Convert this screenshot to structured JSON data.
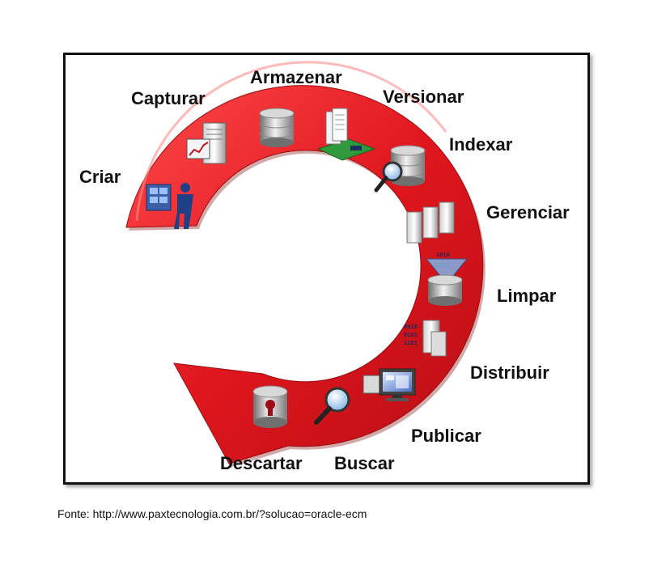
{
  "diagram": {
    "stages": [
      {
        "id": "criar",
        "label": "Criar",
        "icon": "person-at-kiosk-icon"
      },
      {
        "id": "capturar",
        "label": "Capturar",
        "icon": "server-with-chart-icon"
      },
      {
        "id": "armazenar",
        "label": "Armazenar",
        "icon": "database-icon"
      },
      {
        "id": "versionar",
        "label": "Versionar",
        "icon": "documents-on-board-icon"
      },
      {
        "id": "indexar",
        "label": "Indexar",
        "icon": "database-magnifier-icon"
      },
      {
        "id": "gerenciar",
        "label": "Gerenciar",
        "icon": "server-towers-icon"
      },
      {
        "id": "limpar",
        "label": "Limpar",
        "icon": "binary-funnel-database-icon"
      },
      {
        "id": "distribuir",
        "label": "Distribuir",
        "icon": "binary-server-icon"
      },
      {
        "id": "publicar",
        "label": "Publicar",
        "icon": "computer-monitor-icon"
      },
      {
        "id": "buscar",
        "label": "Buscar",
        "icon": "magnifier-icon"
      },
      {
        "id": "descartar",
        "label": "Descartar",
        "icon": "locked-database-icon"
      }
    ],
    "binary_text": {
      "line1": "1010",
      "line2": "1010",
      "a": "0010",
      "b": "0101",
      "c": "1101"
    },
    "colors": {
      "arrow": "#e0161e",
      "arrow_dark": "#a80d12",
      "arrow_light": "#ff5a5a",
      "label": "#111111"
    }
  },
  "caption": "Fonte: http://www.paxtecnologia.com.br/?solucao=oracle-ecm"
}
